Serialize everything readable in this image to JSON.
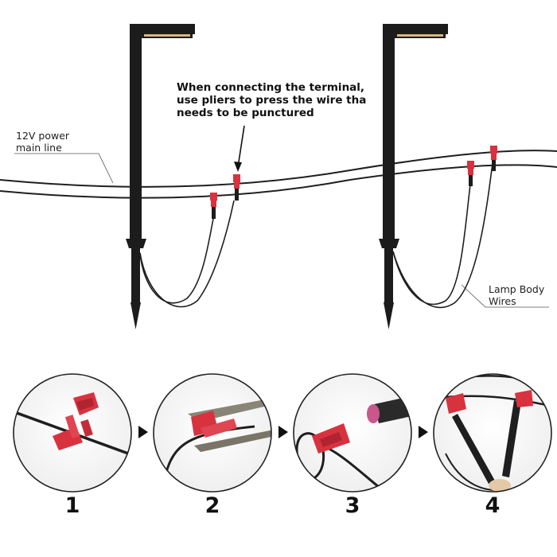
{
  "callout": {
    "lines": [
      "When connecting the terminal,",
      "use pliers to press the wire tha",
      "needs to be punctured"
    ]
  },
  "labels": {
    "main_line": [
      "12V power",
      "main line"
    ],
    "lamp_wires": [
      "Lamp Body",
      "Wires"
    ]
  },
  "steps": [
    {
      "number": "1",
      "photo": "connector-clipped-on-wire"
    },
    {
      "number": "2",
      "photo": "pliers-pressing-connector"
    },
    {
      "number": "3",
      "photo": "connector-and-lamp-plug"
    },
    {
      "number": "4",
      "photo": "connected-lamp-wires"
    }
  ],
  "colors": {
    "fixture": "#1c1c1c",
    "wire": "#1f1f1f",
    "connector": "#d8323f",
    "led": "#d9b77a",
    "circle_border": "#222222"
  }
}
